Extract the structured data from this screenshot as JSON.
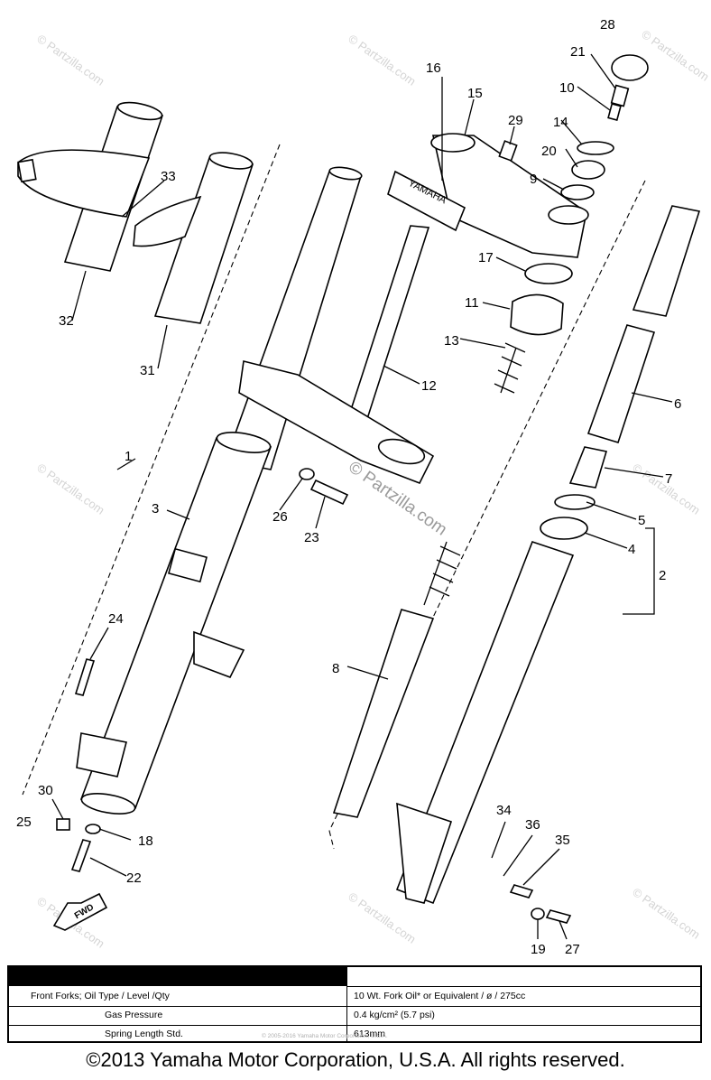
{
  "callouts": [
    "1",
    "2",
    "3",
    "4",
    "5",
    "6",
    "7",
    "8",
    "9",
    "10",
    "11",
    "12",
    "13",
    "14",
    "15",
    "16",
    "17",
    "18",
    "19",
    "20",
    "21",
    "22",
    "23",
    "24",
    "25",
    "26",
    "27",
    "28",
    "29",
    "30",
    "31",
    "32",
    "33",
    "34",
    "35",
    "36"
  ],
  "bracket_label": "YAMAHA",
  "fwd_label": "FWD",
  "watermark": "© Partzilla.com",
  "spec_table": {
    "rows": [
      {
        "label": "Front Forks; Oil Type / Level /Qty",
        "value": "10 Wt. Fork Oil* or Equivalent / ø / 275cc"
      },
      {
        "label": "Gas Pressure",
        "value": "0.4 kg/cm² (5.7 psi)"
      },
      {
        "label": "Spring Length Std.",
        "value": "613mm"
      }
    ]
  },
  "faint_note": "© 2005-2016 Yamaha Motor Corporation, U.S.A.",
  "copyright": "©2013 Yamaha Motor Corporation, U.S.A. All rights reserved."
}
